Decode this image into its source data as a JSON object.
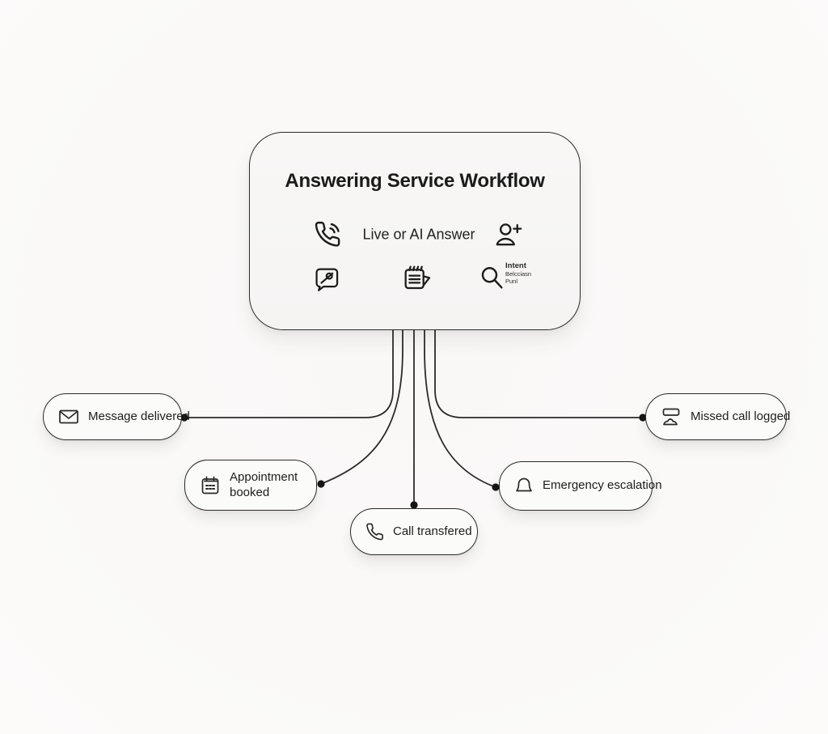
{
  "diagram": {
    "title": "Answering Service Workflow",
    "main_card": {
      "title": "Answering Service Workflow",
      "answer_label": "Live or AI Answer",
      "icons": [
        "phone-ring-icon",
        "person-plus-icon",
        "chat-image-icon",
        "notepad-icon",
        "search-icon"
      ],
      "search_note_lines": [
        "Intent",
        "Belcciasn",
        "Punl"
      ]
    },
    "nodes": [
      {
        "id": "message-delivered",
        "label": "Message delivered",
        "icon": "envelope-icon"
      },
      {
        "id": "appointment-booked",
        "label": "Appointment booked",
        "icon": "calendar-icon"
      },
      {
        "id": "call-transfered",
        "label": "Call transfered",
        "icon": "phone-icon"
      },
      {
        "id": "emergency-escalation",
        "label": "Emergency escalation",
        "icon": "bell-icon"
      },
      {
        "id": "missed-call-logged",
        "label": "Missed call logged",
        "icon": "call-log-icon"
      }
    ],
    "edges": [
      {
        "from": "main-card",
        "to": "message-delivered"
      },
      {
        "from": "main-card",
        "to": "appointment-booked"
      },
      {
        "from": "main-card",
        "to": "call-transfered"
      },
      {
        "from": "main-card",
        "to": "emergency-escalation"
      },
      {
        "from": "main-card",
        "to": "missed-call-logged"
      }
    ],
    "colors": {
      "background": "#faf9f8",
      "stroke": "#2b2b2b",
      "card_fill": "#f7f6f5",
      "node_fill": "#fbfbfa",
      "text": "#1c1c1c"
    }
  }
}
